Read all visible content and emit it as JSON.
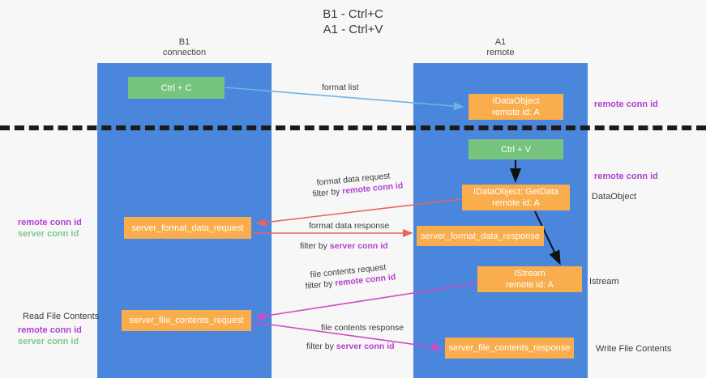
{
  "title": {
    "line1": "B1 - Ctrl+C",
    "line2": "A1 - Ctrl+V"
  },
  "lanes": [
    {
      "id": "b1",
      "name": "B1",
      "role": "connection"
    },
    {
      "id": "a1",
      "name": "A1",
      "role": "remote"
    }
  ],
  "nodes": {
    "ctrl_c": {
      "line1": "Ctrl + C",
      "line2": "",
      "color": "#76c47e"
    },
    "idataobject": {
      "line1": "IDataObject",
      "line2": "remote id: A",
      "color": "#f9ad4d"
    },
    "ctrl_v": {
      "line1": "Ctrl + V",
      "line2": "",
      "color": "#76c47e"
    },
    "getdata": {
      "line1": "IDataObject::GetData",
      "line2": "remote id: A",
      "color": "#f9ad4d"
    },
    "server_format_data_request": {
      "line1": "server_format_data_request",
      "line2": "",
      "color": "#f9ad4d"
    },
    "server_format_data_response": {
      "line1": "server_format_data_response",
      "line2": "",
      "color": "#f9ad4d"
    },
    "istream": {
      "line1": "IStream",
      "line2": "remote id: A",
      "color": "#f9ad4d"
    },
    "server_file_contents_request": {
      "line1": "server_file_contents_request",
      "line2": "",
      "color": "#f9ad4d"
    },
    "server_file_contents_response": {
      "line1": "server_file_contents_response",
      "line2": "",
      "color": "#f9ad4d"
    }
  },
  "edge_labels": {
    "format_list": "format list",
    "format_data_request": "format data request",
    "format_data_request_filter_prefix": "filter by ",
    "format_data_request_filter_key": "remote conn id",
    "format_data_response": "format data response",
    "format_data_response_filter_prefix": "filter by ",
    "format_data_response_filter_key": "server conn id",
    "file_contents_request": "file contents request",
    "file_contents_request_filter_prefix": "filter by ",
    "file_contents_request_filter_key": "remote conn id",
    "file_contents_response": "file contents response",
    "file_contents_response_filter_prefix": "filter by ",
    "file_contents_response_filter_key": "server conn id"
  },
  "side_labels": {
    "remote_conn_id_top": "remote conn id",
    "remote_conn_id_mid": "remote conn id",
    "dataobject": "DataObject",
    "istream": "Istream",
    "write_file_contents": "Write File Contents",
    "read_file_contents": "Read File Contents",
    "left_remote_conn_id_1": "remote conn id",
    "left_server_conn_id_1": "server conn id",
    "left_remote_conn_id_2": "remote conn id",
    "left_server_conn_id_2": "server conn id"
  },
  "colors": {
    "lane": "#4a86db",
    "green_node": "#76c47e",
    "orange_node": "#f9ad4d",
    "purple_text": "#b23fd0",
    "green_text": "#7fc98a",
    "arrow_blue": "#6fb4e8",
    "arrow_red": "#e8645c",
    "arrow_magenta": "#cf4bc4",
    "arrow_black": "#111111",
    "background": "#f7f7f7",
    "separator": "#1b1b1b"
  }
}
